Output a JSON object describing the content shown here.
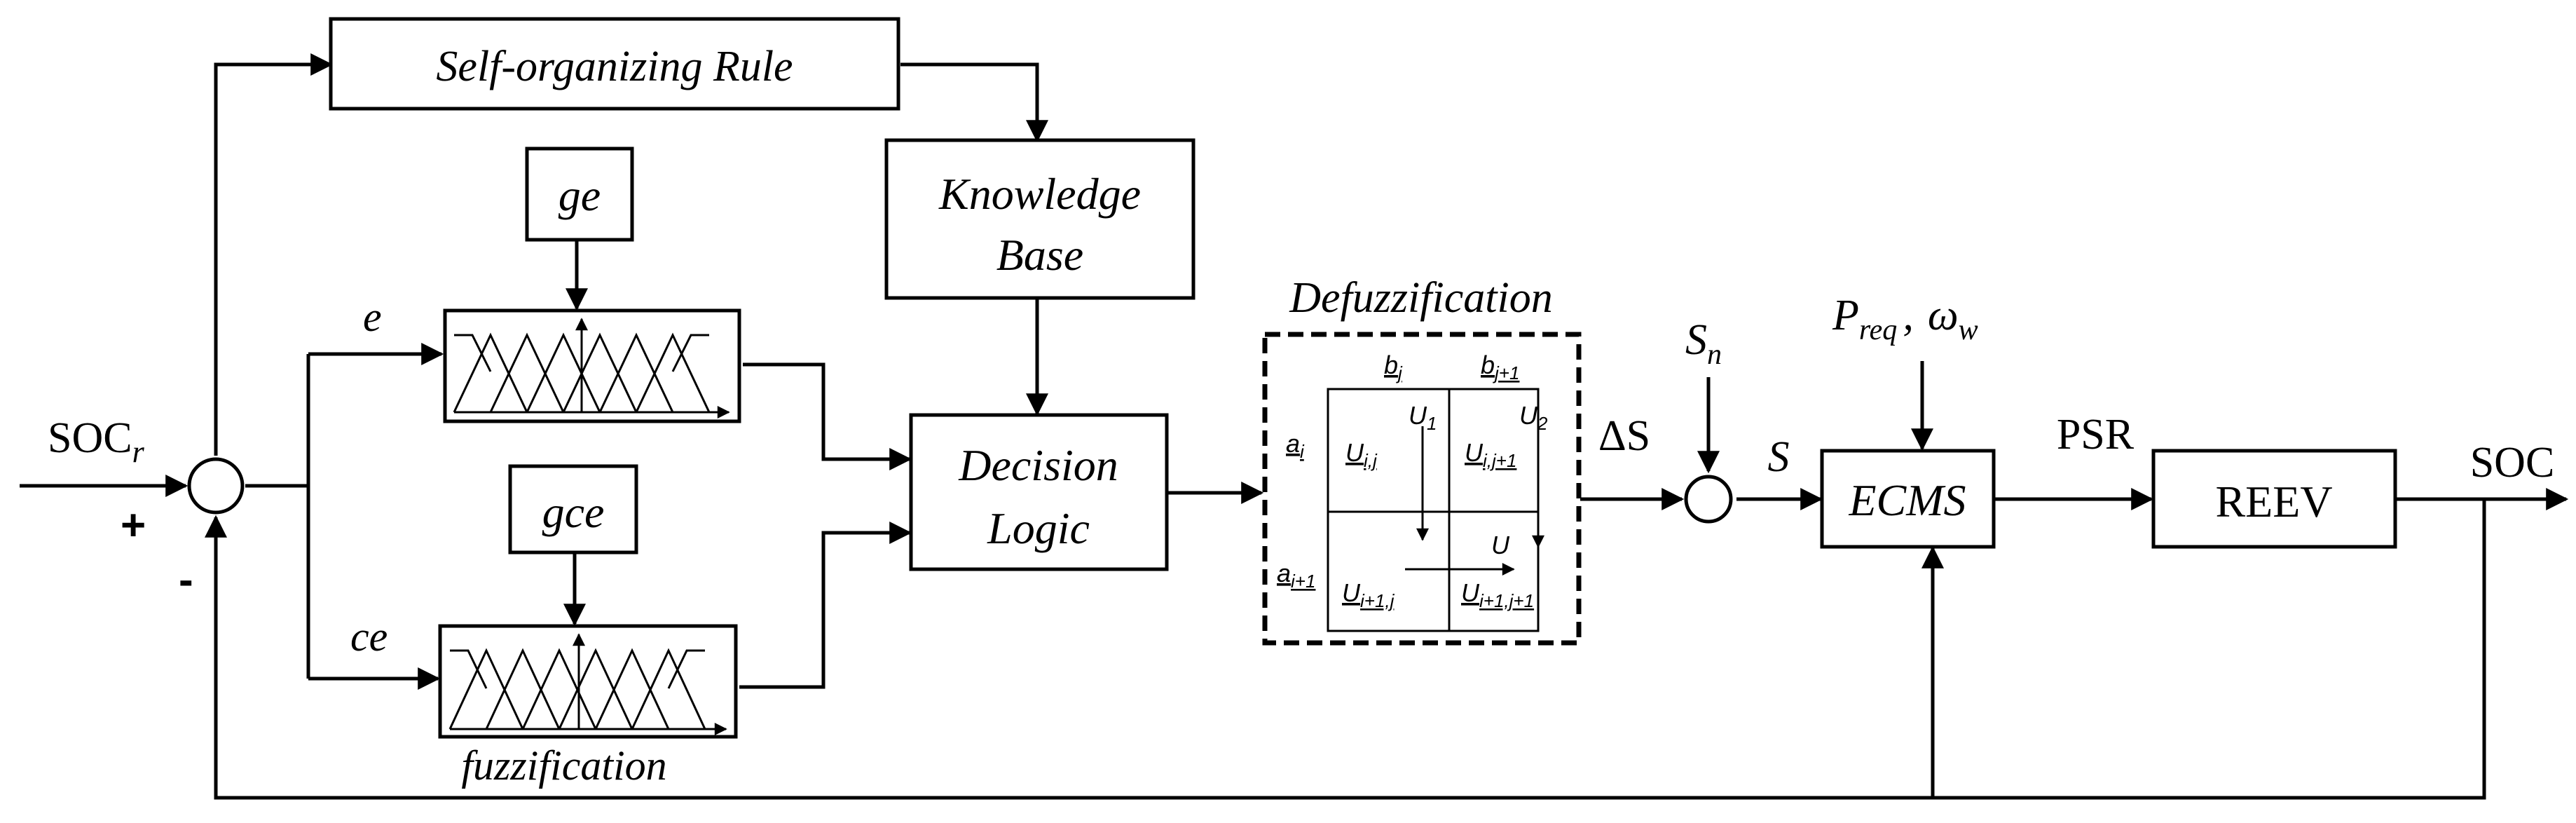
{
  "blocks": {
    "self_organizing_rule": "Self-organizing Rule",
    "knowledge_base": {
      "line1": "Knowledge",
      "line2": "Base"
    },
    "decision_logic": {
      "line1": "Decision",
      "line2": "Logic"
    },
    "ge": "ge",
    "gce": "gce",
    "ecms": "ECMS",
    "reev": "REEV"
  },
  "labels": {
    "soc_r": {
      "base": "SOC",
      "sub": "r"
    },
    "plus": "+",
    "minus": "-",
    "e": "e",
    "ce": "ce",
    "fuzzification": "fuzzification",
    "defuzzification": "Defuzzification",
    "delta_s": "ΔS",
    "s_n": {
      "base": "S",
      "sub": "n"
    },
    "s": "S",
    "p_req": {
      "base": "P",
      "sub": "req"
    },
    "omega_w": {
      "base": "ω",
      "sub": "w"
    },
    "comma": ",",
    "psr": "PSR",
    "soc": "SOC"
  },
  "defuzz_grid": {
    "b_j": {
      "base": "b",
      "sub": "j"
    },
    "b_j1": {
      "base": "b",
      "sub": "j+1"
    },
    "a_i": {
      "base": "a",
      "sub": "i"
    },
    "a_i1": {
      "base": "a",
      "sub": "i+1"
    },
    "u_ij": {
      "base": "U",
      "sub": "i,j"
    },
    "u_ij1": {
      "base": "U",
      "sub": "i,j+1"
    },
    "u_i1j": {
      "base": "U",
      "sub": "i+1,j"
    },
    "u_i1j1": {
      "base": "U",
      "sub": "i+1,j+1"
    },
    "u1": {
      "base": "U",
      "sub": "1"
    },
    "u2": {
      "base": "U",
      "sub": "2"
    },
    "u": "U"
  }
}
